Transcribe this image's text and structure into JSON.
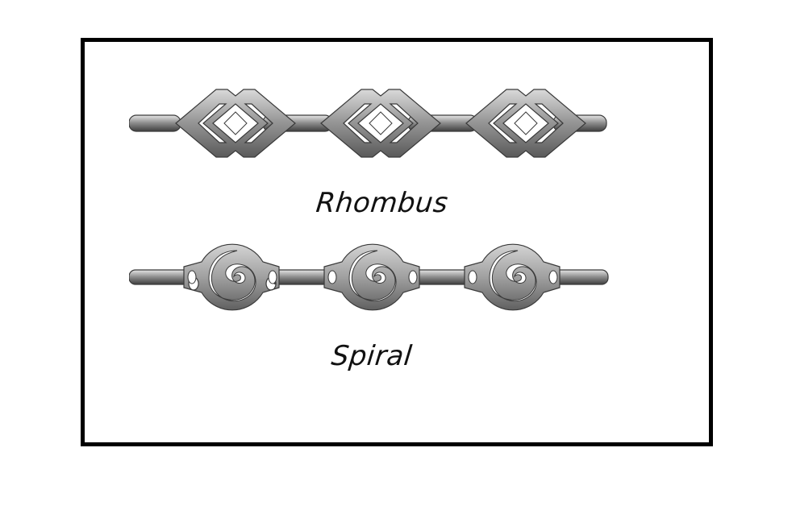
{
  "figure": {
    "border_color": "#000000",
    "background": "#ffffff",
    "metal_color": "#8c8c8c",
    "metal_highlight": "#d8d8d8",
    "metal_shadow": "#4a4a4a"
  },
  "chains": [
    {
      "name": "rhombus",
      "label": "Rhombus",
      "link_count": 3,
      "link_shape": "diamond-with-nested-diamond-cutout"
    },
    {
      "name": "spiral",
      "label": "Spiral",
      "link_count": 3,
      "link_shape": "round-disc-with-spiral-cutout"
    }
  ]
}
